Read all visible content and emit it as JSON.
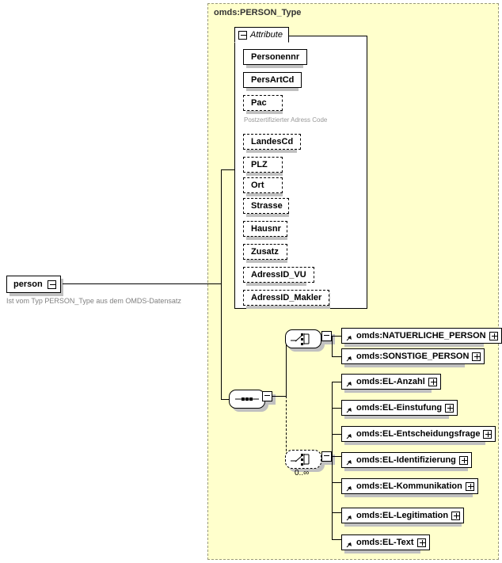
{
  "diagram": {
    "kind": "xml-schema-diagram",
    "background": "#ffffff",
    "type_box_fill": "#FFFFCC",
    "type_box_border": "#9a9a7a"
  },
  "root_element": {
    "name": "person",
    "toggle": "minus-toggle-icon",
    "annotation": "Ist vom Typ PERSON_Type aus dem OMDS-Datensatz"
  },
  "type_container": {
    "title": "omds:PERSON_Type"
  },
  "attribute_panel": {
    "tab_label": "Attribute",
    "tab_toggle": "minus-toggle-icon",
    "attributes": [
      {
        "name": "Personennr",
        "required": true,
        "annotation": ""
      },
      {
        "name": "PersArtCd",
        "required": true,
        "annotation": ""
      },
      {
        "name": "Pac",
        "required": false,
        "annotation": "Postzertifizierter Adress Code"
      },
      {
        "name": "LandesCd",
        "required": false,
        "annotation": ""
      },
      {
        "name": "PLZ",
        "required": false,
        "annotation": ""
      },
      {
        "name": "Ort",
        "required": false,
        "annotation": ""
      },
      {
        "name": "Strasse",
        "required": false,
        "annotation": ""
      },
      {
        "name": "Hausnr",
        "required": false,
        "annotation": ""
      },
      {
        "name": "Zusatz",
        "required": false,
        "annotation": ""
      },
      {
        "name": "AdressID_VU",
        "required": false,
        "annotation": ""
      },
      {
        "name": "AdressID_Makler",
        "required": false,
        "annotation": ""
      }
    ]
  },
  "compositors": {
    "sequence": {
      "icon": "sequence-icon",
      "required": true,
      "toggle": "minus-toggle-icon",
      "cardinality": ""
    },
    "choice_person": {
      "icon": "choice-icon",
      "required": true,
      "toggle": "minus-toggle-icon",
      "cardinality": ""
    },
    "choice_el": {
      "icon": "choice-icon",
      "required": false,
      "toggle": "minus-toggle-icon",
      "cardinality": "0..∞"
    }
  },
  "person_choice_elements": [
    {
      "name": "omds:NATUERLICHE_PERSON",
      "toggle": "plus-toggle-icon",
      "ref": "reference-arrow-icon"
    },
    {
      "name": "omds:SONSTIGE_PERSON",
      "toggle": "plus-toggle-icon",
      "ref": "reference-arrow-icon"
    }
  ],
  "el_choice_elements": [
    {
      "name": "omds:EL-Anzahl",
      "toggle": "plus-toggle-icon",
      "ref": "reference-arrow-icon"
    },
    {
      "name": "omds:EL-Einstufung",
      "toggle": "plus-toggle-icon",
      "ref": "reference-arrow-icon"
    },
    {
      "name": "omds:EL-Entscheidungsfrage",
      "toggle": "plus-toggle-icon",
      "ref": "reference-arrow-icon"
    },
    {
      "name": "omds:EL-Identifizierung",
      "toggle": "plus-toggle-icon",
      "ref": "reference-arrow-icon"
    },
    {
      "name": "omds:EL-Kommunikation",
      "toggle": "plus-toggle-icon",
      "ref": "reference-arrow-icon"
    },
    {
      "name": "omds:EL-Legitimation",
      "toggle": "plus-toggle-icon",
      "ref": "reference-arrow-icon"
    },
    {
      "name": "omds:EL-Text",
      "toggle": "plus-toggle-icon",
      "ref": "reference-arrow-icon"
    }
  ]
}
